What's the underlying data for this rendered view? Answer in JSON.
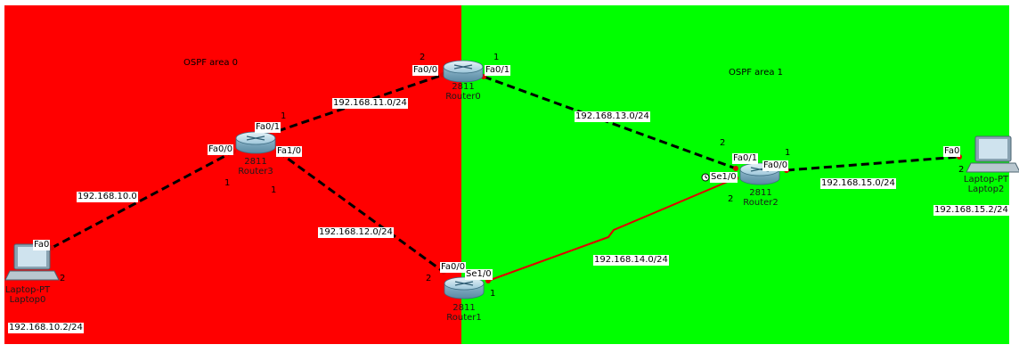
{
  "areas": {
    "area0": {
      "label": "OSPF area 0",
      "color": "#ff0000"
    },
    "area1": {
      "label": "OSPF area 1",
      "color": "#00ff00"
    }
  },
  "devices": {
    "router0": {
      "model": "2811",
      "name": "Router0"
    },
    "router1": {
      "model": "2811",
      "name": "Router1"
    },
    "router2": {
      "model": "2811",
      "name": "Router2"
    },
    "router3": {
      "model": "2811",
      "name": "Router3"
    },
    "laptop0": {
      "model": "Laptop-PT",
      "name": "Laptop0",
      "ip": "192.168.10.2/24"
    },
    "laptop2": {
      "model": "Laptop-PT",
      "name": "Laptop2",
      "ip": "192.168.15.2/24"
    }
  },
  "networks": {
    "n10": "192.168.10.0",
    "n11": "192.168.11.0/24",
    "n12": "192.168.12.0/24",
    "n13": "192.168.13.0/24",
    "n14": "192.168.14.0/24",
    "n15": "192.168.15.0/24"
  },
  "ports": {
    "r0_fa00": "Fa0/0",
    "r0_fa01": "Fa0/1",
    "r3_fa01": "Fa0/1",
    "r3_fa00": "Fa0/0",
    "r3_fa10": "Fa1/0",
    "r1_fa00": "Fa0/0",
    "r1_se10": "Se1/0",
    "r2_fa01": "Fa0/1",
    "r2_fa00": "Fa0/0",
    "r2_se10": "Se1/0",
    "l0_fa0": "Fa0",
    "l2_fa0": "Fa0"
  },
  "link_numbers": {
    "r0_left": "2",
    "r0_right": "1",
    "r3_top": "1",
    "r3_left": "1",
    "r3_bottom": "1",
    "r2_top": "2",
    "r2_right": "1",
    "r2_bottom": "2",
    "r1_left": "2",
    "r1_right": "1",
    "l0": "2",
    "l2": "2"
  },
  "colors": {
    "ethernet_link": "#000000",
    "serial_link": "#e00000",
    "port_up": "#e00000",
    "router_body": "#7fb4cf"
  }
}
